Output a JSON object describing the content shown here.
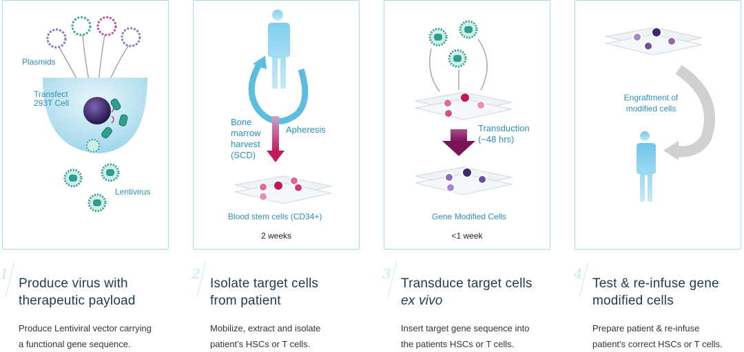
{
  "panels": [
    {
      "labels": {
        "plasmids": "Plasmids",
        "transfect": "Transfect",
        "cell": "293T Cell",
        "lentivirus": "Lentivirus"
      }
    },
    {
      "labels": {
        "bone1": "Bone",
        "bone2": "marrow",
        "bone3": "harvest",
        "bone4": "(SCD)",
        "apheresis": "Apheresis",
        "blood_stem": "Blood stem cells (CD34+)"
      },
      "duration": "2 weeks"
    },
    {
      "labels": {
        "transduction": "Transduction",
        "hours": "(~48 hrs)",
        "gene_modified": "Gene Modified Cells"
      },
      "duration": "<1 week"
    },
    {
      "labels": {
        "engraft1": "Engraftment of",
        "engraft2": "modified cells"
      }
    }
  ],
  "steps": [
    {
      "number": "1",
      "title_line1": "Produce virus with",
      "title_line2": "therapeutic payload",
      "desc_line1": "Produce Lentiviral vector carrying",
      "desc_line2": "a functional gene sequence."
    },
    {
      "number": "2",
      "title_line1": "Isolate target cells",
      "title_line2": "from patient",
      "desc_line1": "Mobilize, extract and isolate",
      "desc_line2": "patient’s HSCs or T cells."
    },
    {
      "number": "3",
      "title_line1": "Transduce target cells",
      "title_line2": "ex vivo",
      "desc_line1": "Insert target gene sequence into",
      "desc_line2": "the patients HSCs or T cells."
    },
    {
      "number": "4",
      "title_line1": "Test & re-infuse gene",
      "title_line2": "modified cells",
      "desc_line1": "Prepare patient & re-infuse",
      "desc_line2": "patient’s correct HSCs or T cells."
    }
  ],
  "colors": {
    "label": "#2b8fb5",
    "border": "#a9d9ec",
    "title": "#1f3a4a",
    "arrow_magenta": "#c0185e",
    "cell_purple": "#3d2a6b",
    "virus_teal": "#2e9e8f"
  }
}
